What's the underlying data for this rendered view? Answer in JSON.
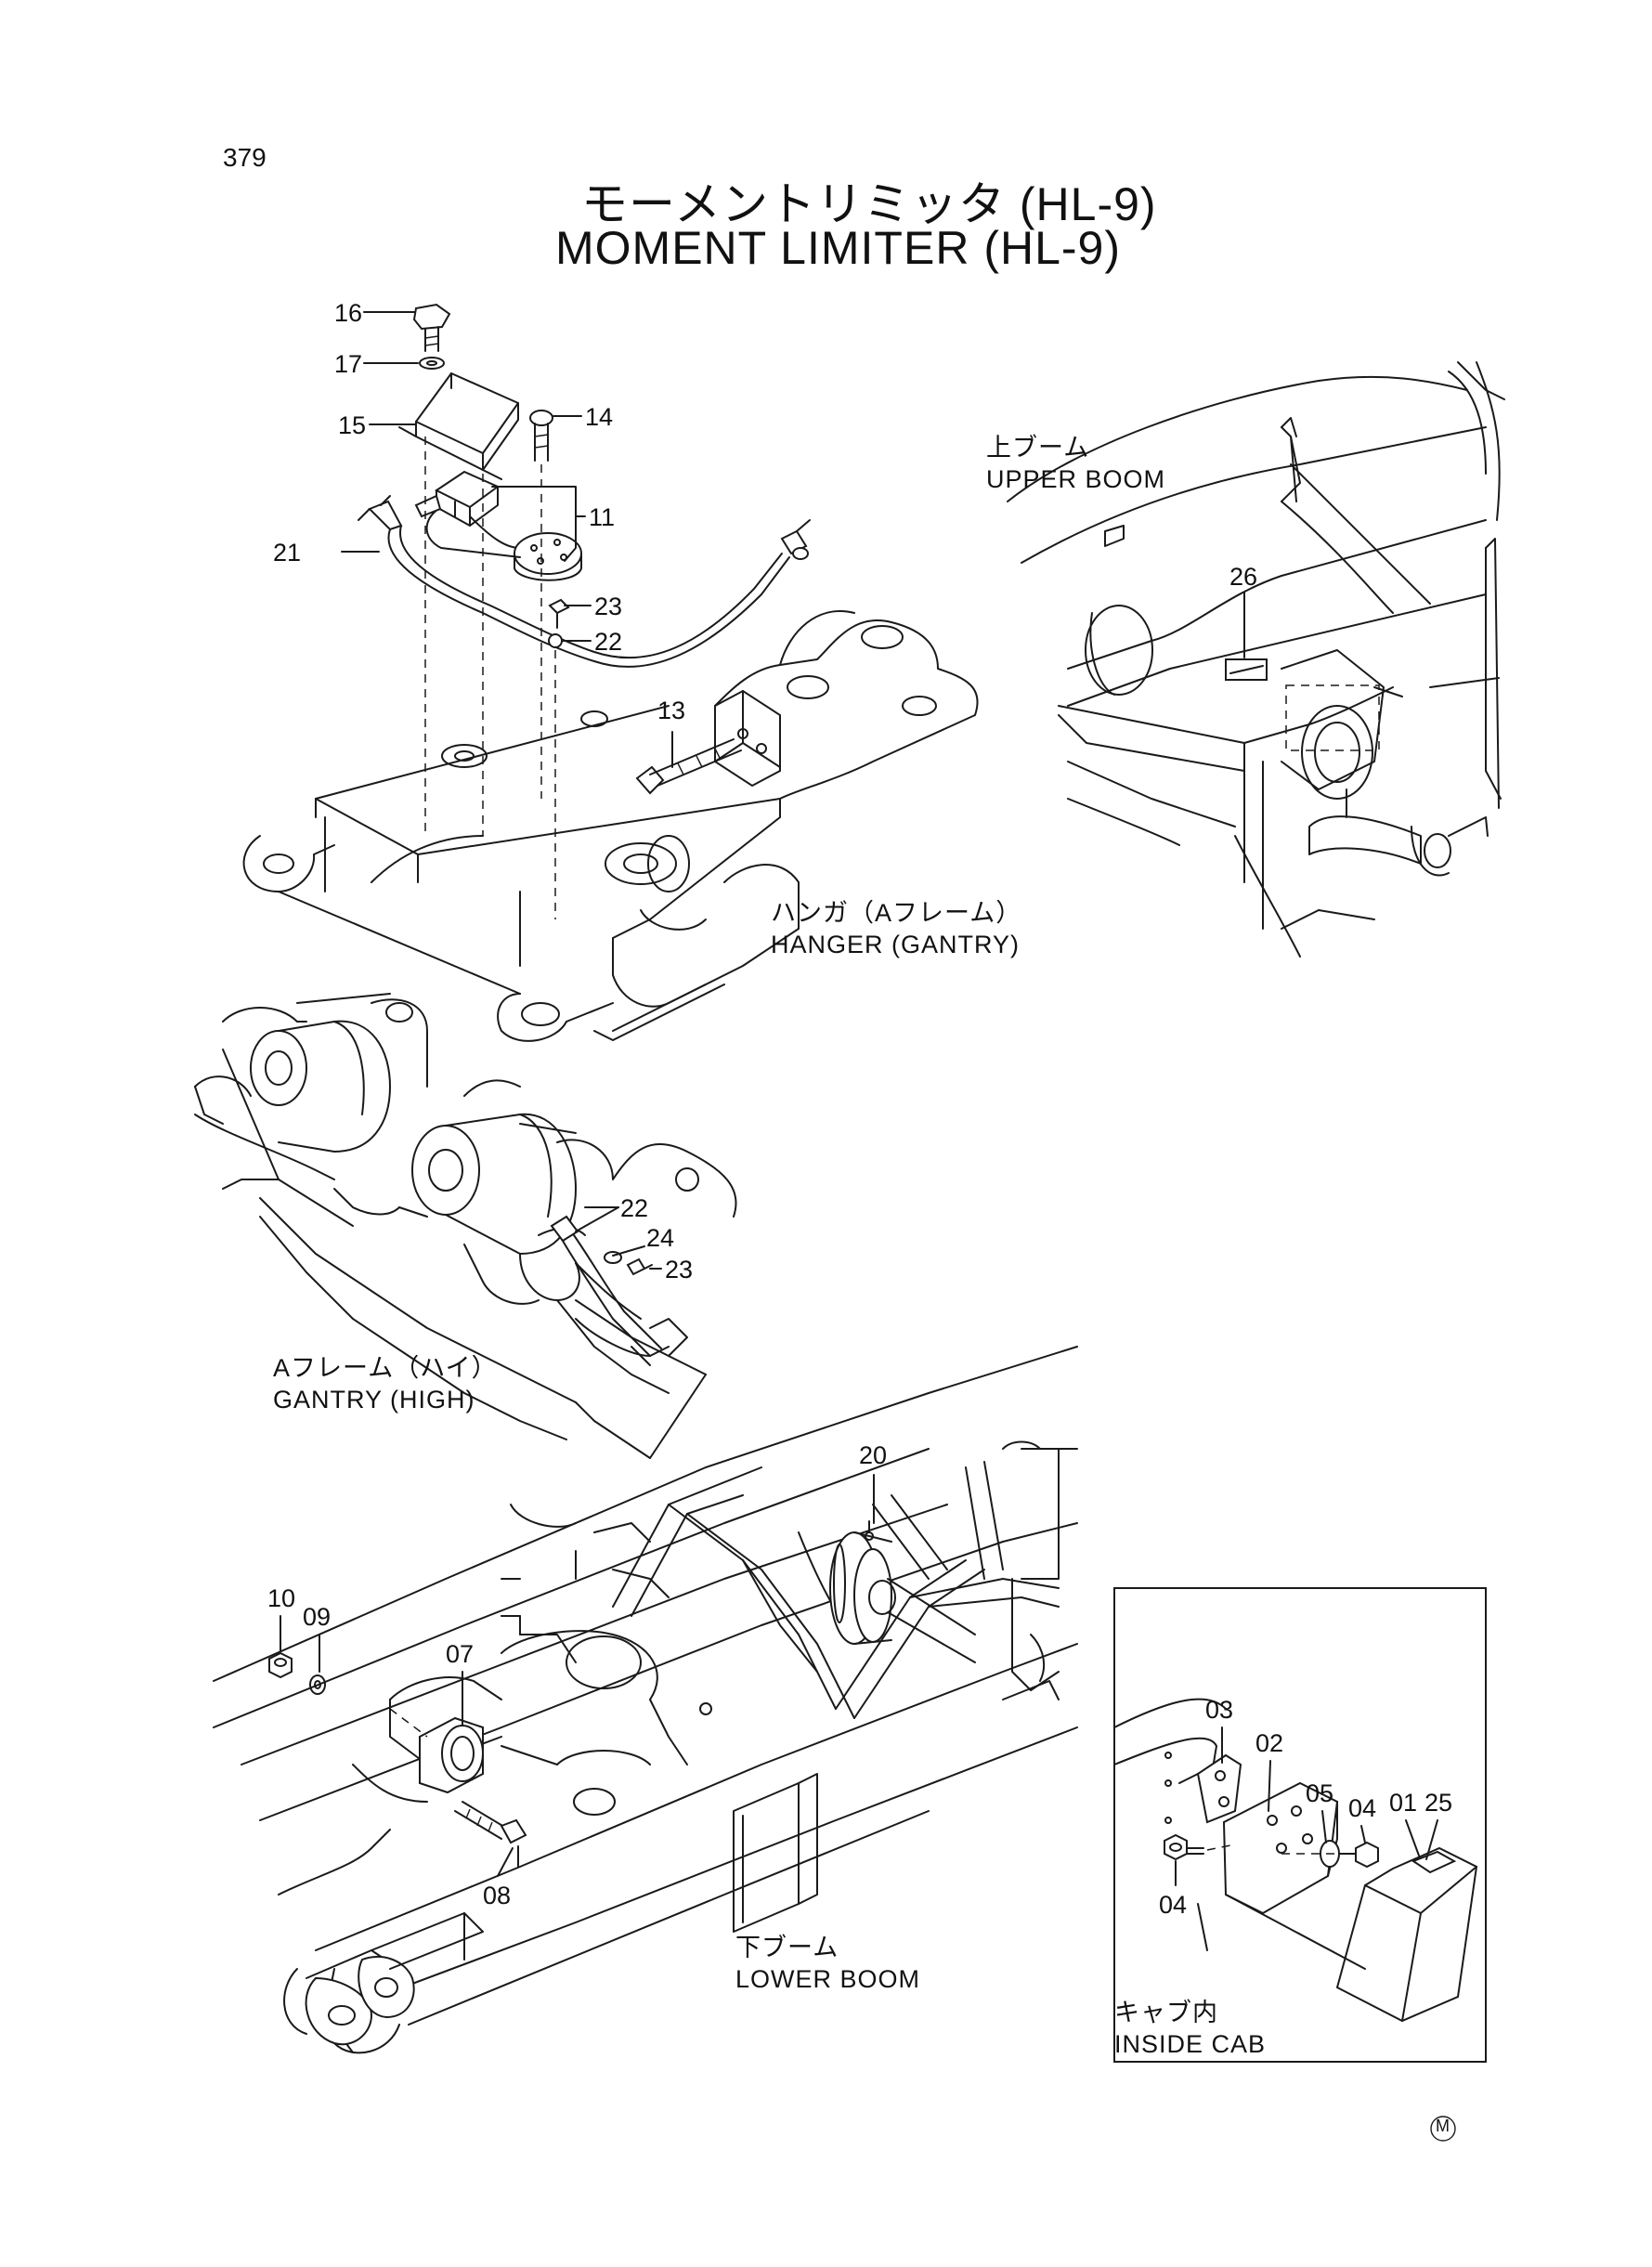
{
  "page_number": "379",
  "title_jp": "モーメントリミッタ (HL-9)",
  "title_en": "MOMENT LIMITER (HL-9)",
  "views": {
    "upper_boom": {
      "jp": "上ブーム",
      "en": "UPPER BOOM"
    },
    "hanger": {
      "jp": "ハンガ（Aフレーム）",
      "en": "HANGER (GANTRY)"
    },
    "gantry_high": {
      "jp": "Aフレーム（ハイ）",
      "en": "GANTRY (HIGH)"
    },
    "lower_boom": {
      "jp": "下ブーム",
      "en": "LOWER BOOM"
    },
    "inside_cab": {
      "jp": "キャブ内",
      "en": "INSIDE CAB"
    }
  },
  "callouts": {
    "c16": "16",
    "c17": "17",
    "c15": "15",
    "c14": "14",
    "c11": "11",
    "c21": "21",
    "c23a": "23",
    "c22a": "22",
    "c13": "13",
    "c26": "26",
    "c22b": "22",
    "c24": "24",
    "c23b": "23",
    "c20": "20",
    "c10": "10",
    "c09": "09",
    "c07": "07",
    "c08": "08",
    "c03": "03",
    "c02": "02",
    "c05": "05",
    "c04a": "04",
    "c01": "01",
    "c25": "25",
    "c04b": "04"
  },
  "mark": "M"
}
